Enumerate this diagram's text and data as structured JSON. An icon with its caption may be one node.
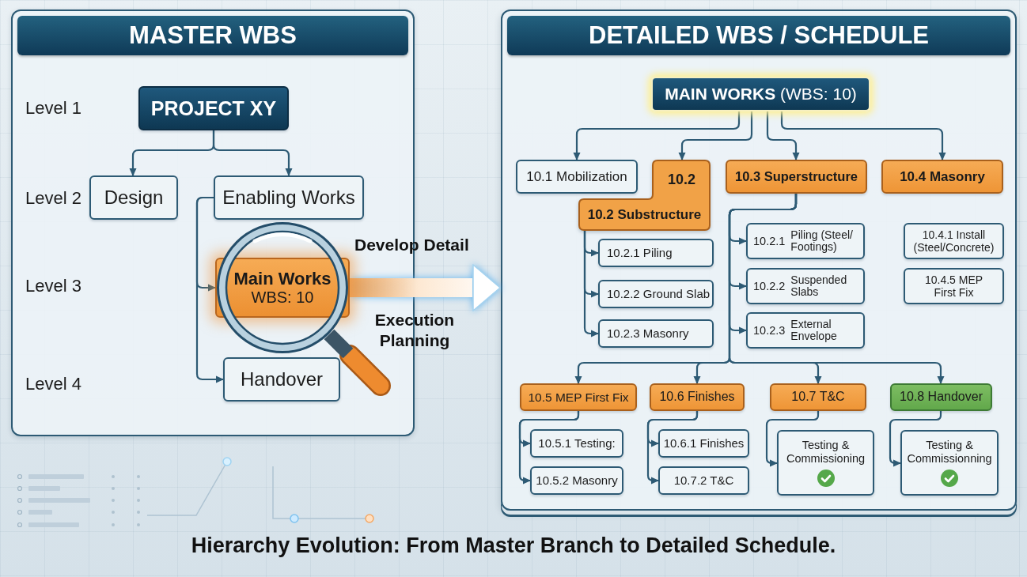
{
  "diagram": {
    "caption": "Hierarchy Evolution: From Master Branch to Detailed Schedule.",
    "nodes": [
      {
        "text": [
          "MASTER WBS"
        ]
      },
      {
        "text": [
          "PROJECT XY"
        ],
        "in": 0
      },
      {
        "text": [
          "Design"
        ],
        "in": 0
      },
      {
        "text": [
          "Enabling Works"
        ],
        "in": 0
      },
      {
        "text": [
          "Main Works",
          "WBS: 10"
        ],
        "in": 0
      },
      {
        "text": [
          "Handover"
        ],
        "in": 0
      },
      {
        "text": [
          "DETAILED WBS / SCHEDULE"
        ]
      },
      {
        "text": [
          "**MAIN WORKS** (WBS: 10)"
        ],
        "in": 6
      },
      {
        "text": [
          "10.1 Mobilization"
        ],
        "in": 6
      },
      {
        "text": [
          "10.2",
          "10.2 Substructure"
        ],
        "in": 6
      },
      {
        "text": [
          "10.3 Superstructure"
        ],
        "in": 6
      },
      {
        "text": [
          "10.4 Masonry"
        ],
        "in": 6
      },
      {
        "text": [
          "10.2.1 Piling"
        ],
        "in": 6
      },
      {
        "text": [
          "10.2.2 Ground Slab"
        ],
        "in": 6
      },
      {
        "text": [
          "10.2.3 Masonry"
        ],
        "in": 6
      },
      {
        "text": [
          "10.2.1",
          "Piling (Steel/ Footings)"
        ],
        "in": 6
      },
      {
        "text": [
          "10.2.2",
          "Suspended Slabs"
        ],
        "in": 6
      },
      {
        "text": [
          "10.2.3",
          "External Envelope"
        ],
        "in": 6
      },
      {
        "text": [
          "10.4.1 Install (Steel/Concrete)"
        ],
        "in": 6
      },
      {
        "text": [
          "10.4.5 MEP First Fix"
        ],
        "in": 6
      },
      {
        "text": [
          "10.5 MEP First Fix"
        ],
        "in": 6
      },
      {
        "text": [
          "10.6 Finishes"
        ],
        "in": 6
      },
      {
        "text": [
          "10.7 T&C"
        ],
        "in": 6
      },
      {
        "text": [
          "10.8 Handover"
        ],
        "in": 6
      },
      {
        "text": [
          "10.5.1 Testing:"
        ],
        "in": 6
      },
      {
        "text": [
          "10.5.2 Masonry"
        ],
        "in": 6
      },
      {
        "text": [
          "10.6.1 Finishes"
        ],
        "in": 6
      },
      {
        "text": [
          "10.7.2 T&C"
        ],
        "in": 6
      },
      {
        "text": [
          "Testing & Commissioning"
        ],
        "in": 6
      },
      {
        "text": [
          "Testing & Commissionning"
        ],
        "in": 6
      }
    ],
    "edges": [
      {
        "from": 1,
        "to": 2,
        "arrow": "to"
      },
      {
        "from": 1,
        "to": 3,
        "arrow": "to"
      },
      {
        "from": 3,
        "to": 4,
        "arrow": "to"
      },
      {
        "from": 3,
        "to": 5,
        "arrow": "to"
      },
      {
        "from": 4,
        "to": 6,
        "arrow": "to",
        "style": "thick",
        "color": "#ffffff"
      },
      {
        "from": 7,
        "to": 8,
        "arrow": "to"
      },
      {
        "from": 7,
        "to": 9,
        "arrow": "to"
      },
      {
        "from": 7,
        "to": 10,
        "arrow": "to"
      },
      {
        "from": 7,
        "to": 11,
        "arrow": "to"
      },
      {
        "from": 9,
        "to": 12,
        "arrow": "to"
      },
      {
        "from": 9,
        "to": 13,
        "arrow": "to"
      },
      {
        "from": 9,
        "to": 14,
        "arrow": "to"
      },
      {
        "from": 10,
        "to": 15,
        "arrow": "to"
      },
      {
        "from": 10,
        "to": 16,
        "arrow": "to"
      },
      {
        "from": 10,
        "to": 17,
        "arrow": "to"
      },
      {
        "from": 10,
        "to": 20,
        "arrow": "to"
      },
      {
        "from": 10,
        "to": 21,
        "arrow": "to"
      },
      {
        "from": 10,
        "to": 22,
        "arrow": "to"
      },
      {
        "from": 10,
        "to": 23,
        "arrow": "to"
      },
      {
        "from": 20,
        "to": 24,
        "arrow": "to"
      },
      {
        "from": 20,
        "to": 25,
        "arrow": "to"
      },
      {
        "from": 21,
        "to": 26,
        "arrow": "to"
      },
      {
        "from": 21,
        "to": 27,
        "arrow": "to"
      },
      {
        "from": 22,
        "to": 28,
        "arrow": "to"
      },
      {
        "from": 23,
        "to": 29,
        "arrow": "to"
      }
    ],
    "labels": [
      "Level 1",
      "Level 2",
      "Level 3",
      "Level 4",
      "Develop Detail",
      "Execution Planning"
    ]
  }
}
